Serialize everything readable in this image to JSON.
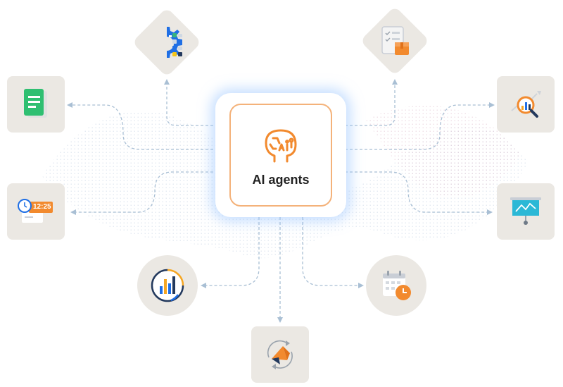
{
  "hub": {
    "label": "AI agents",
    "icon": "ai-head-icon",
    "accent": "#f28a2e"
  },
  "nodes": [
    {
      "id": "workflow-settings",
      "icon": "gear-settings-icon",
      "shape": "diamond"
    },
    {
      "id": "checklist-box",
      "icon": "checklist-box-icon",
      "shape": "diamond"
    },
    {
      "id": "document",
      "icon": "document-icon",
      "shape": "rounded-square"
    },
    {
      "id": "analytics-search",
      "icon": "chart-magnifier-icon",
      "shape": "rounded-square"
    },
    {
      "id": "clock-schedule",
      "icon": "clock-icon",
      "shape": "rounded-square",
      "clock_text": "12:25"
    },
    {
      "id": "presentation",
      "icon": "presentation-board-icon",
      "shape": "rounded-square"
    },
    {
      "id": "bar-chart",
      "icon": "bar-chart-icon",
      "shape": "circle"
    },
    {
      "id": "calendar",
      "icon": "calendar-clock-icon",
      "shape": "circle"
    },
    {
      "id": "campaign",
      "icon": "megaphone-cycle-icon",
      "shape": "rounded-square"
    }
  ],
  "colors": {
    "node_bg": "#ebe8e3",
    "connector": "#a9bfd4",
    "blue": "#1f6fe5",
    "green": "#36b37e",
    "orange": "#f28a2e",
    "navy": "#23395d"
  }
}
